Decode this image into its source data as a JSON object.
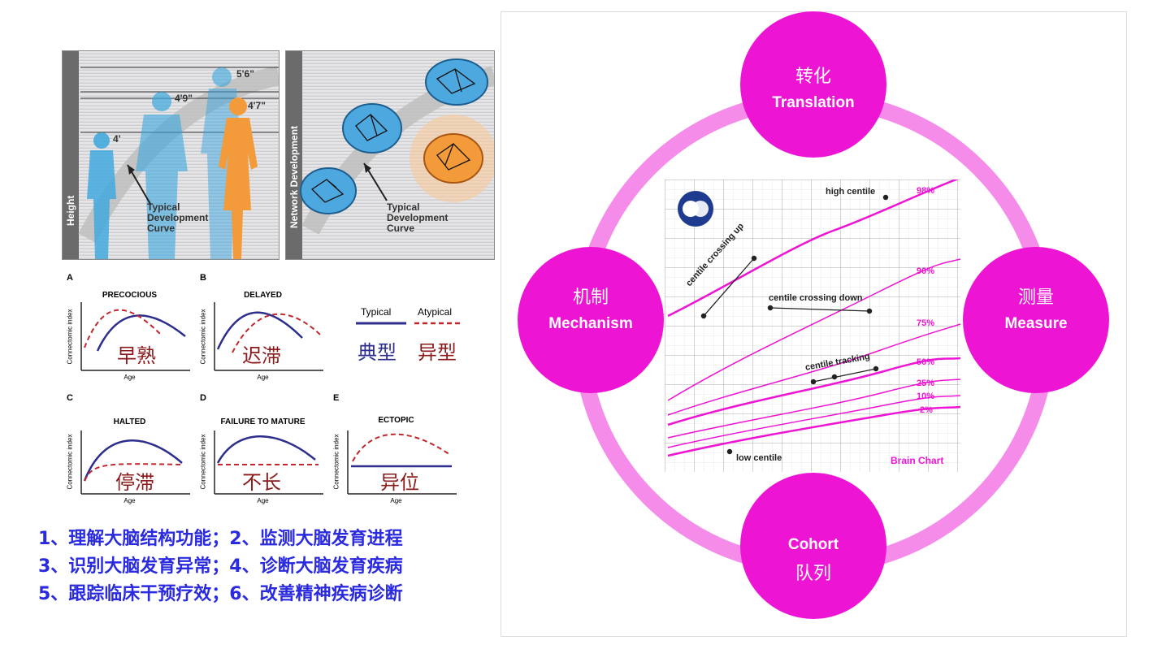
{
  "height_panel": {
    "side_label": "Height",
    "marks": [
      "5'6\"",
      "4'9\"",
      "4'7\"",
      "4'"
    ],
    "curve_label": "Typical\nDevelopment\nCurve"
  },
  "network_panel": {
    "side_label": "Network Development",
    "curve_label": "Typical\nDevelopment\nCurve"
  },
  "mini_charts": [
    {
      "letter": "A",
      "title": "PRECOCIOUS",
      "cn": "早熟",
      "ylabel": "Connectomic index",
      "xlabel": "Age"
    },
    {
      "letter": "B",
      "title": "DELAYED",
      "cn": "迟滞",
      "ylabel": "Connectomic index",
      "xlabel": "Age"
    },
    {
      "letter": "C",
      "title": "HALTED",
      "cn": "停滞",
      "ylabel": "Connectomic index",
      "xlabel": "Age"
    },
    {
      "letter": "D",
      "title": "FAILURE TO MATURE",
      "cn": "不长",
      "ylabel": "Connectomic index",
      "xlabel": "Age"
    },
    {
      "letter": "E",
      "title": "ECTOPIC",
      "cn": "异位",
      "ylabel": "Connectomic index",
      "xlabel": "Age"
    }
  ],
  "legend": {
    "typical": "Typical",
    "atypical": "Atypical",
    "typical_cn": "典型",
    "atypical_cn": "异型",
    "typical_color": "#2e2e8f",
    "atypical_color": "#c0282d"
  },
  "goals": [
    "1、理解大脑结构功能；2、监测大脑发育进程",
    "3、识别大脑发育异常；4、诊断大脑发育疾病",
    "5、跟踪临床干预疗效；6、改善精神疾病诊断"
  ],
  "cycle": {
    "accent": "#ee14d4",
    "ring": "#f58cea",
    "top": {
      "zh": "转化",
      "en": "Translation"
    },
    "right": {
      "zh": "测量",
      "en": "Measure"
    },
    "bottom": {
      "en": "Cohort",
      "zh": "队列"
    },
    "left": {
      "zh": "机制",
      "en": "Mechanism"
    }
  },
  "brain_chart": {
    "title": "Brain Chart",
    "centiles": [
      "98%",
      "90%",
      "75%",
      "50%",
      "25%",
      "10%",
      "2%"
    ],
    "labels": {
      "high": "high centile",
      "low": "low centile",
      "crossing_up": "centile crossing up",
      "crossing_down": "centile crossing down",
      "tracking": "centile tracking"
    }
  }
}
